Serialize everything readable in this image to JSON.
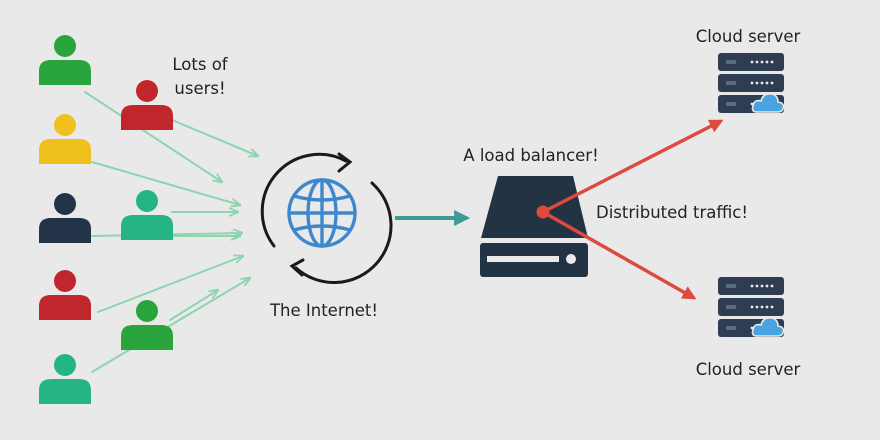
{
  "labels": {
    "users": [
      "Lots of",
      "users!"
    ],
    "internet": "The Internet!",
    "balancer": "A load balancer!",
    "traffic": "Distributed traffic!",
    "server_top": "Cloud server",
    "server_bottom": "Cloud server"
  },
  "colors": {
    "background": "#e9e9e9",
    "user_arrows": "#8fd4b0",
    "internet_arrow": "#3d9a94",
    "traffic_arrows": "#de4a3e",
    "globe": "#3d88cc",
    "balancer": "#223344",
    "server": "#2e3d52",
    "cloud": "#4aa3df"
  },
  "icons": {
    "users": "user-icon",
    "internet": "globe-icon",
    "balancer": "load-balancer-icon",
    "servers": "server-stack-icon"
  },
  "users": [
    {
      "id": "user-green-1",
      "color": "#2aa43c"
    },
    {
      "id": "user-red-1",
      "color": "#c0272d"
    },
    {
      "id": "user-yellow",
      "color": "#f0c01c"
    },
    {
      "id": "user-navy",
      "color": "#233449"
    },
    {
      "id": "user-teal-1",
      "color": "#24b485"
    },
    {
      "id": "user-red-2",
      "color": "#c0272d"
    },
    {
      "id": "user-green-2",
      "color": "#2aa43c"
    },
    {
      "id": "user-teal-2",
      "color": "#24b485"
    }
  ]
}
